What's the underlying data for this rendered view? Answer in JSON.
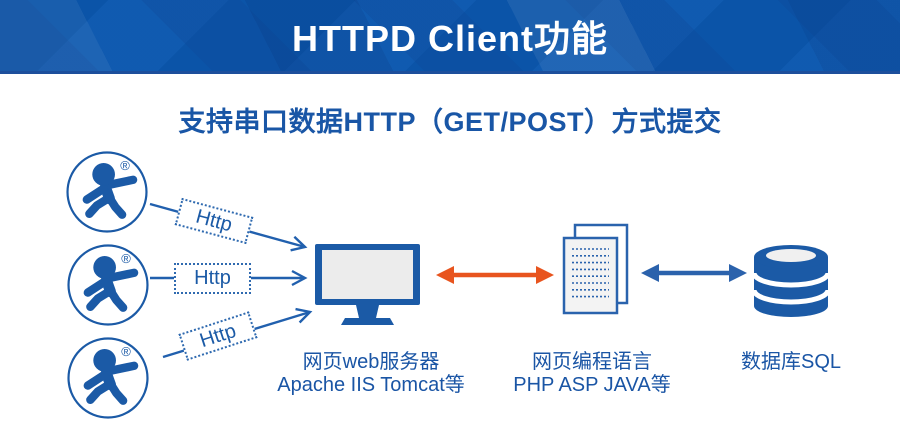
{
  "banner": {
    "title": "HTTPD Client功能"
  },
  "subtitle": "支持串口数据HTTP（GET/POST）方式提交",
  "diagram": {
    "http_labels": [
      "Http",
      "Http",
      "Http"
    ],
    "mascot_trademark": "®",
    "nodes": {
      "web_server": {
        "line1": "网页web服务器",
        "line2": "Apache IIS Tomcat等"
      },
      "programming_language": {
        "line1": "网页编程语言",
        "line2": "PHP ASP JAVA等"
      },
      "database": {
        "line1": "数据库SQL"
      }
    },
    "colors": {
      "primary_blue": "#1b5aa6",
      "text_blue": "#1a55a5",
      "orange_arrow": "#e8541e",
      "arrow_blue": "#2b62ac",
      "banner_blue": "#0b54a8"
    }
  }
}
